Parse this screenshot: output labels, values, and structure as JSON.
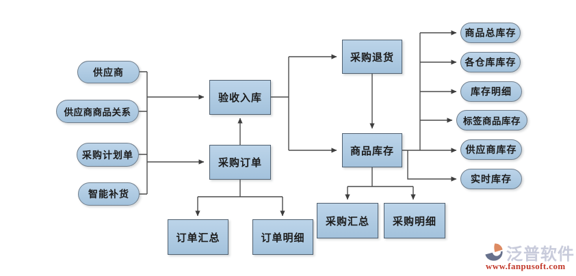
{
  "sources": [
    {
      "label": "供应商"
    },
    {
      "label": "供应商商品关系"
    },
    {
      "label": "采购计划单"
    },
    {
      "label": "智能补货"
    }
  ],
  "processes": {
    "acceptance": "验收入库",
    "purchase_order": "采购订单",
    "order_summary": "订单汇总",
    "order_detail": "订单明细",
    "purchase_return": "采购退货",
    "product_inventory": "商品库存",
    "purchase_summary": "采购汇总",
    "purchase_detail": "采购明细"
  },
  "outputs": [
    {
      "label": "商品总库存"
    },
    {
      "label": "各仓库库存"
    },
    {
      "label": "库存明细"
    },
    {
      "label": "标签商品库存"
    },
    {
      "label": "供应商库存"
    },
    {
      "label": "实时库存"
    }
  ],
  "branding": {
    "logo_text": "泛普软件",
    "url": "www.fanpusoft.com"
  },
  "colors": {
    "node_fill_top": "#bcd4e9",
    "node_fill_bottom": "#a3c2dc",
    "box_border": "#4e5e6e",
    "pill_border": "#6e7c8a",
    "connector": "#4a4a4a",
    "logo_text": "#c8cbdb",
    "logo_url": "#c2392b",
    "logo_orange": "#dd8a62",
    "logo_slate": "#67718c"
  }
}
